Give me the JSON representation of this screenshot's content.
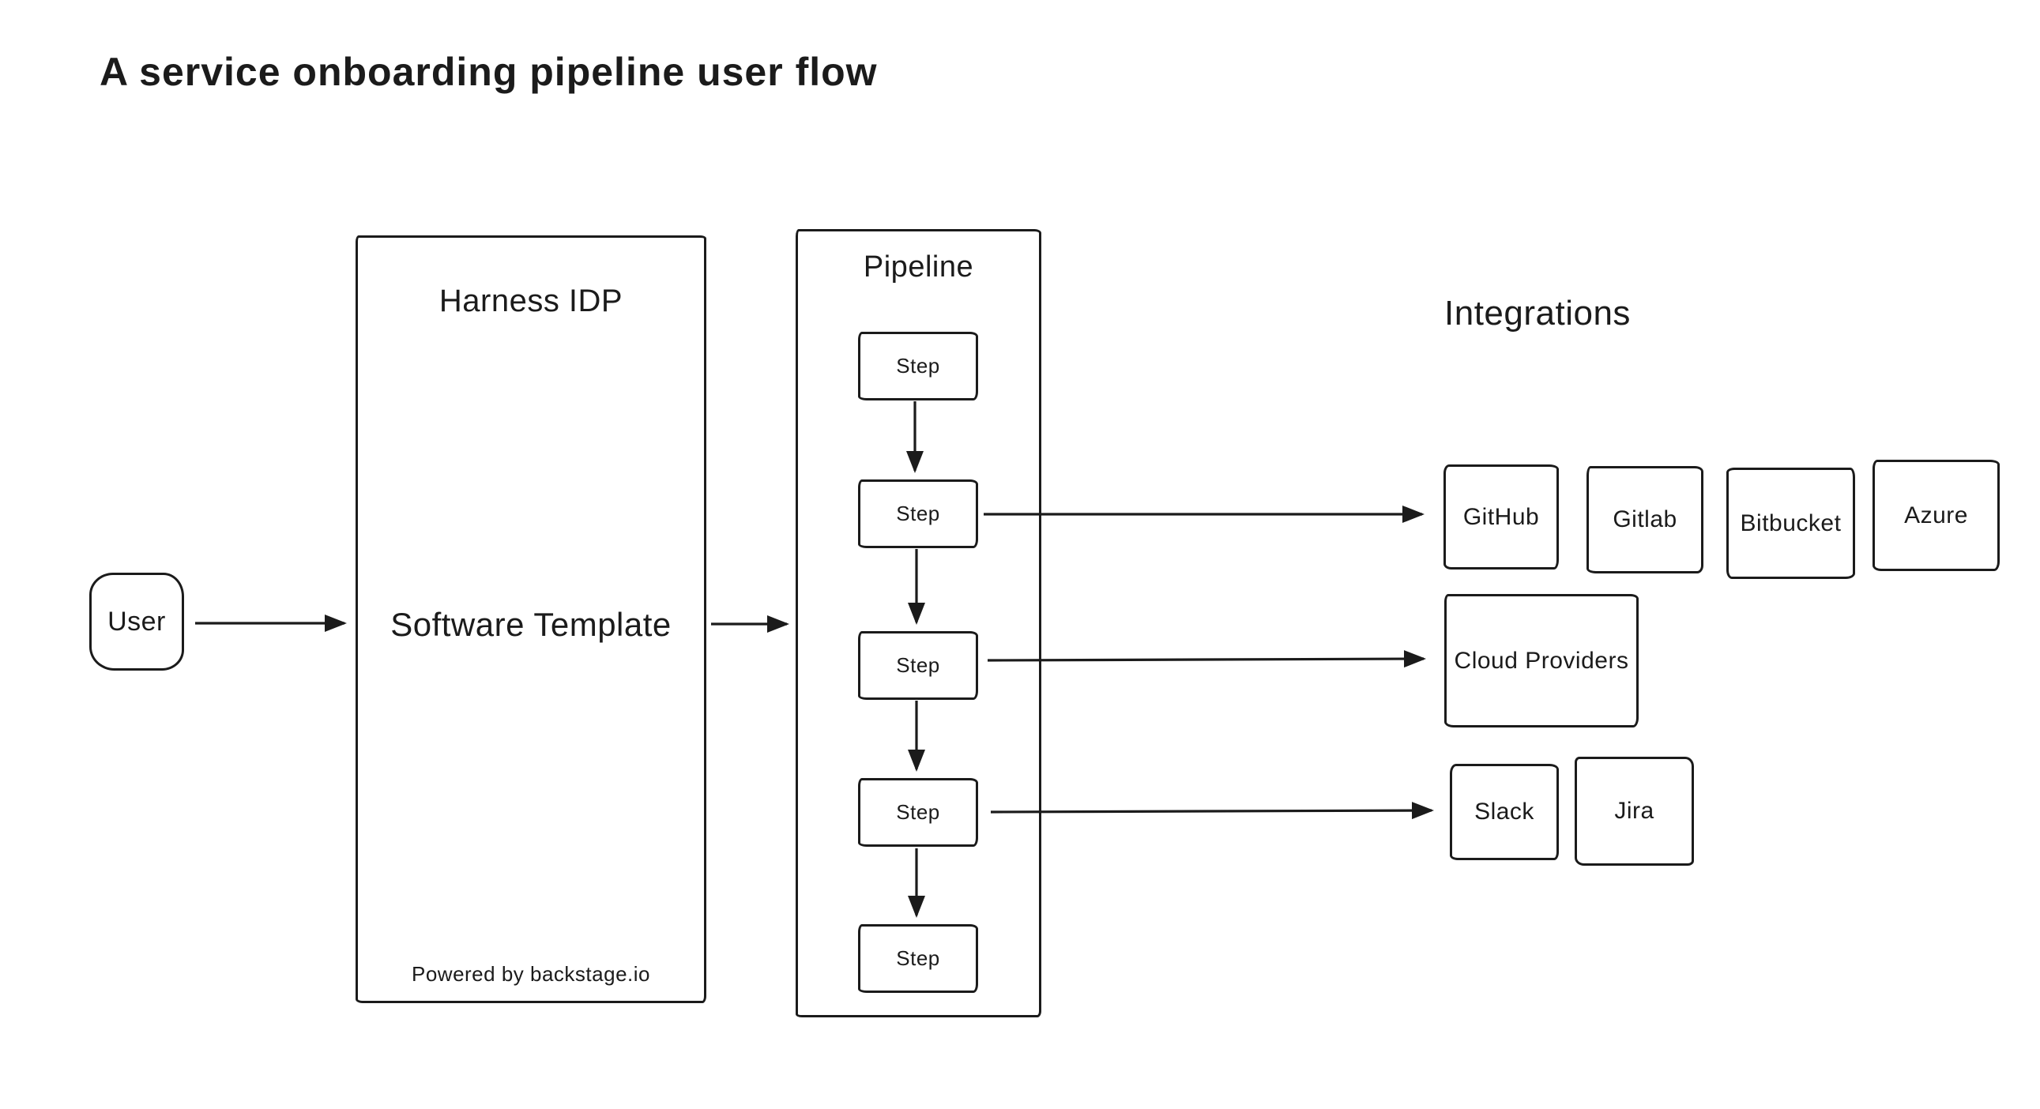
{
  "title": "A service onboarding pipeline user flow",
  "user": {
    "label": "User"
  },
  "harness": {
    "title": "Harness IDP",
    "center_label": "Software Template",
    "footer": "Powered by backstage.io"
  },
  "pipeline": {
    "title": "Pipeline",
    "steps": [
      {
        "label": "Step"
      },
      {
        "label": "Step"
      },
      {
        "label": "Step"
      },
      {
        "label": "Step"
      },
      {
        "label": "Step"
      }
    ]
  },
  "integrations": {
    "title": "Integrations",
    "row1": [
      {
        "label": "GitHub"
      },
      {
        "label": "Gitlab"
      },
      {
        "label": "Bitbucket"
      },
      {
        "label": "Azure"
      }
    ],
    "row2": [
      {
        "label": "Cloud Providers"
      }
    ],
    "row3": [
      {
        "label": "Slack"
      },
      {
        "label": "Jira"
      }
    ]
  },
  "colors": {
    "ink": "#1b1b1b",
    "background": "#ffffff"
  }
}
